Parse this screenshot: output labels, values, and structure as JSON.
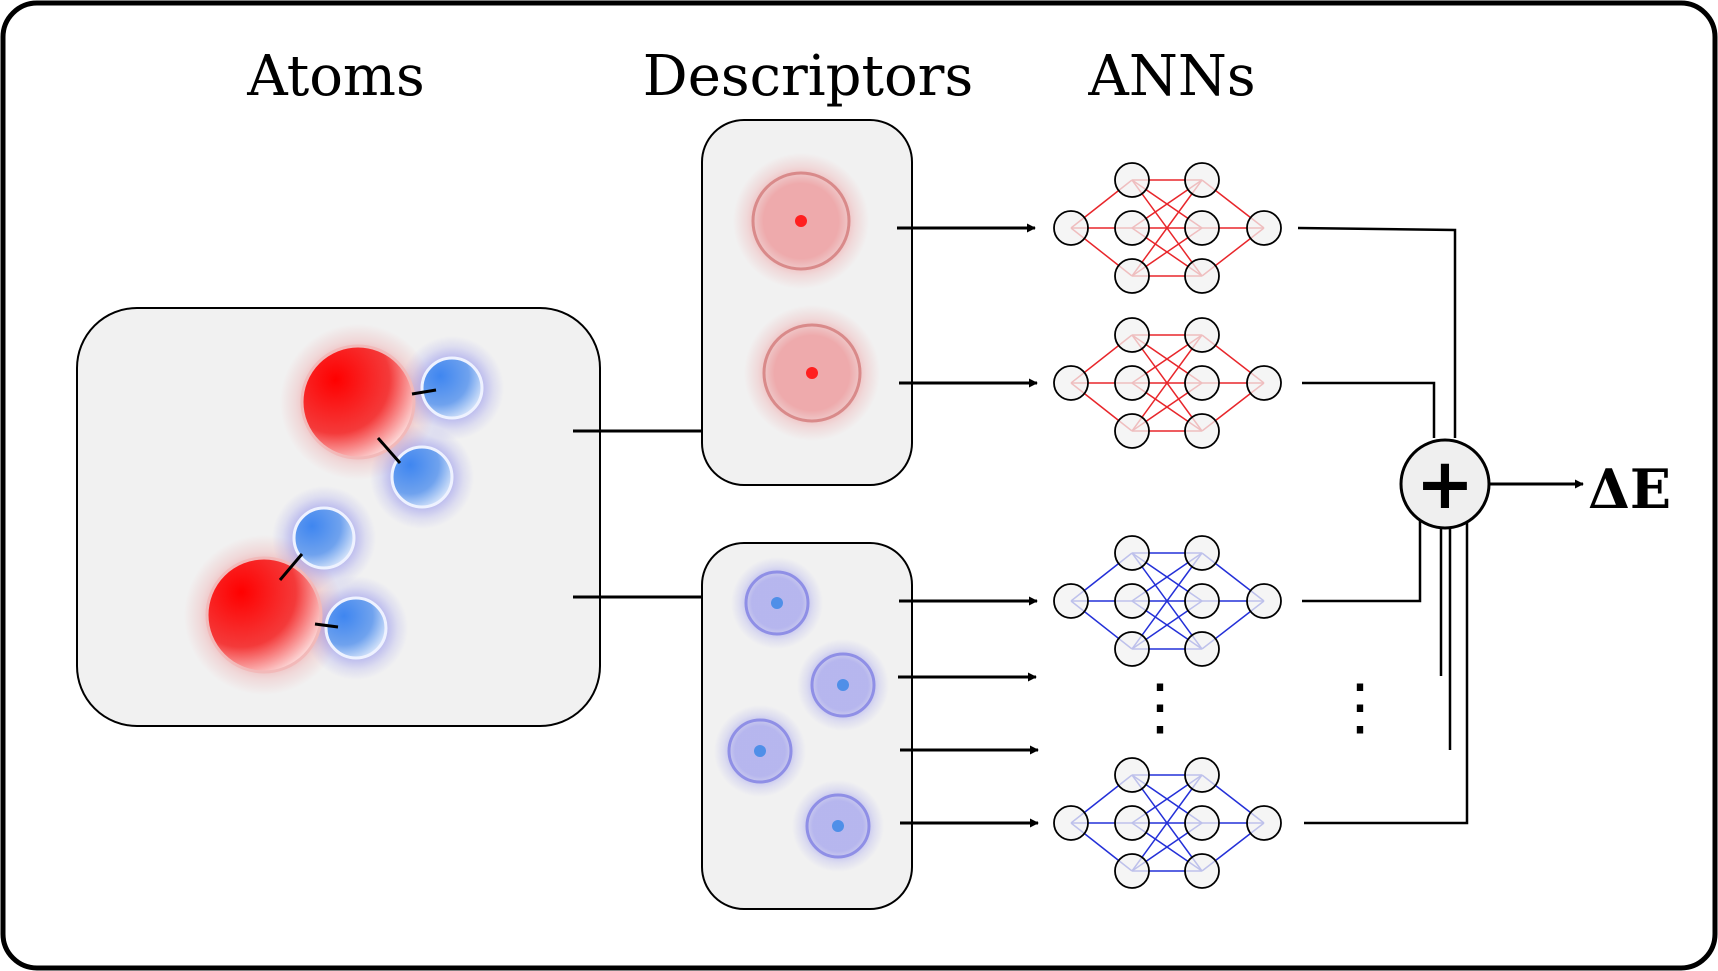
{
  "headings": {
    "atoms": "Atoms",
    "descriptors": "Descriptors",
    "anns": "ANNs"
  },
  "output_label": "ΔE",
  "sum_symbol": "+",
  "ellipsis_symbol": "⋮",
  "colors": {
    "oxygen": "#ff1f1f",
    "hydrogen": "#4f8fe8",
    "oxygen_net": "#e8262b",
    "hydrogen_net": "#2430d8",
    "panel_fill": "#f1f1f1",
    "border": "#000000"
  },
  "networks": [
    {
      "species": "oxygen"
    },
    {
      "species": "oxygen"
    },
    {
      "species": "hydrogen"
    },
    {
      "species": "hydrogen"
    }
  ],
  "network_layers": [
    1,
    3,
    3,
    1
  ]
}
